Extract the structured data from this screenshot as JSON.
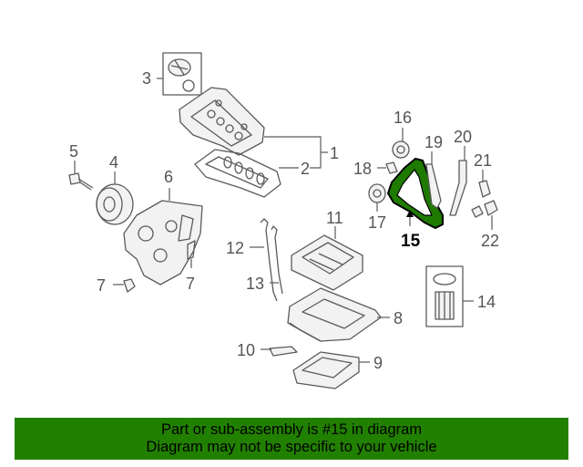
{
  "callouts": [
    {
      "id": "1",
      "label": "1"
    },
    {
      "id": "2",
      "label": "2"
    },
    {
      "id": "3",
      "label": "3"
    },
    {
      "id": "4",
      "label": "4"
    },
    {
      "id": "5",
      "label": "5"
    },
    {
      "id": "6",
      "label": "6"
    },
    {
      "id": "7a",
      "label": "7"
    },
    {
      "id": "7b",
      "label": "7"
    },
    {
      "id": "8",
      "label": "8"
    },
    {
      "id": "9",
      "label": "9"
    },
    {
      "id": "10",
      "label": "10"
    },
    {
      "id": "11",
      "label": "11"
    },
    {
      "id": "12",
      "label": "12"
    },
    {
      "id": "13",
      "label": "13"
    },
    {
      "id": "14",
      "label": "14"
    },
    {
      "id": "15",
      "label": "15"
    },
    {
      "id": "16",
      "label": "16"
    },
    {
      "id": "17",
      "label": "17"
    },
    {
      "id": "18",
      "label": "18"
    },
    {
      "id": "19",
      "label": "19"
    },
    {
      "id": "20",
      "label": "20"
    },
    {
      "id": "21",
      "label": "21"
    },
    {
      "id": "22",
      "label": "22"
    }
  ],
  "highlight": {
    "part": "15",
    "color": "#1f7a00"
  },
  "banner": {
    "line1": "Part or sub-assembly is #15 in diagram",
    "line2": "Diagram may not be specific to your vehicle",
    "background": "#228000"
  }
}
